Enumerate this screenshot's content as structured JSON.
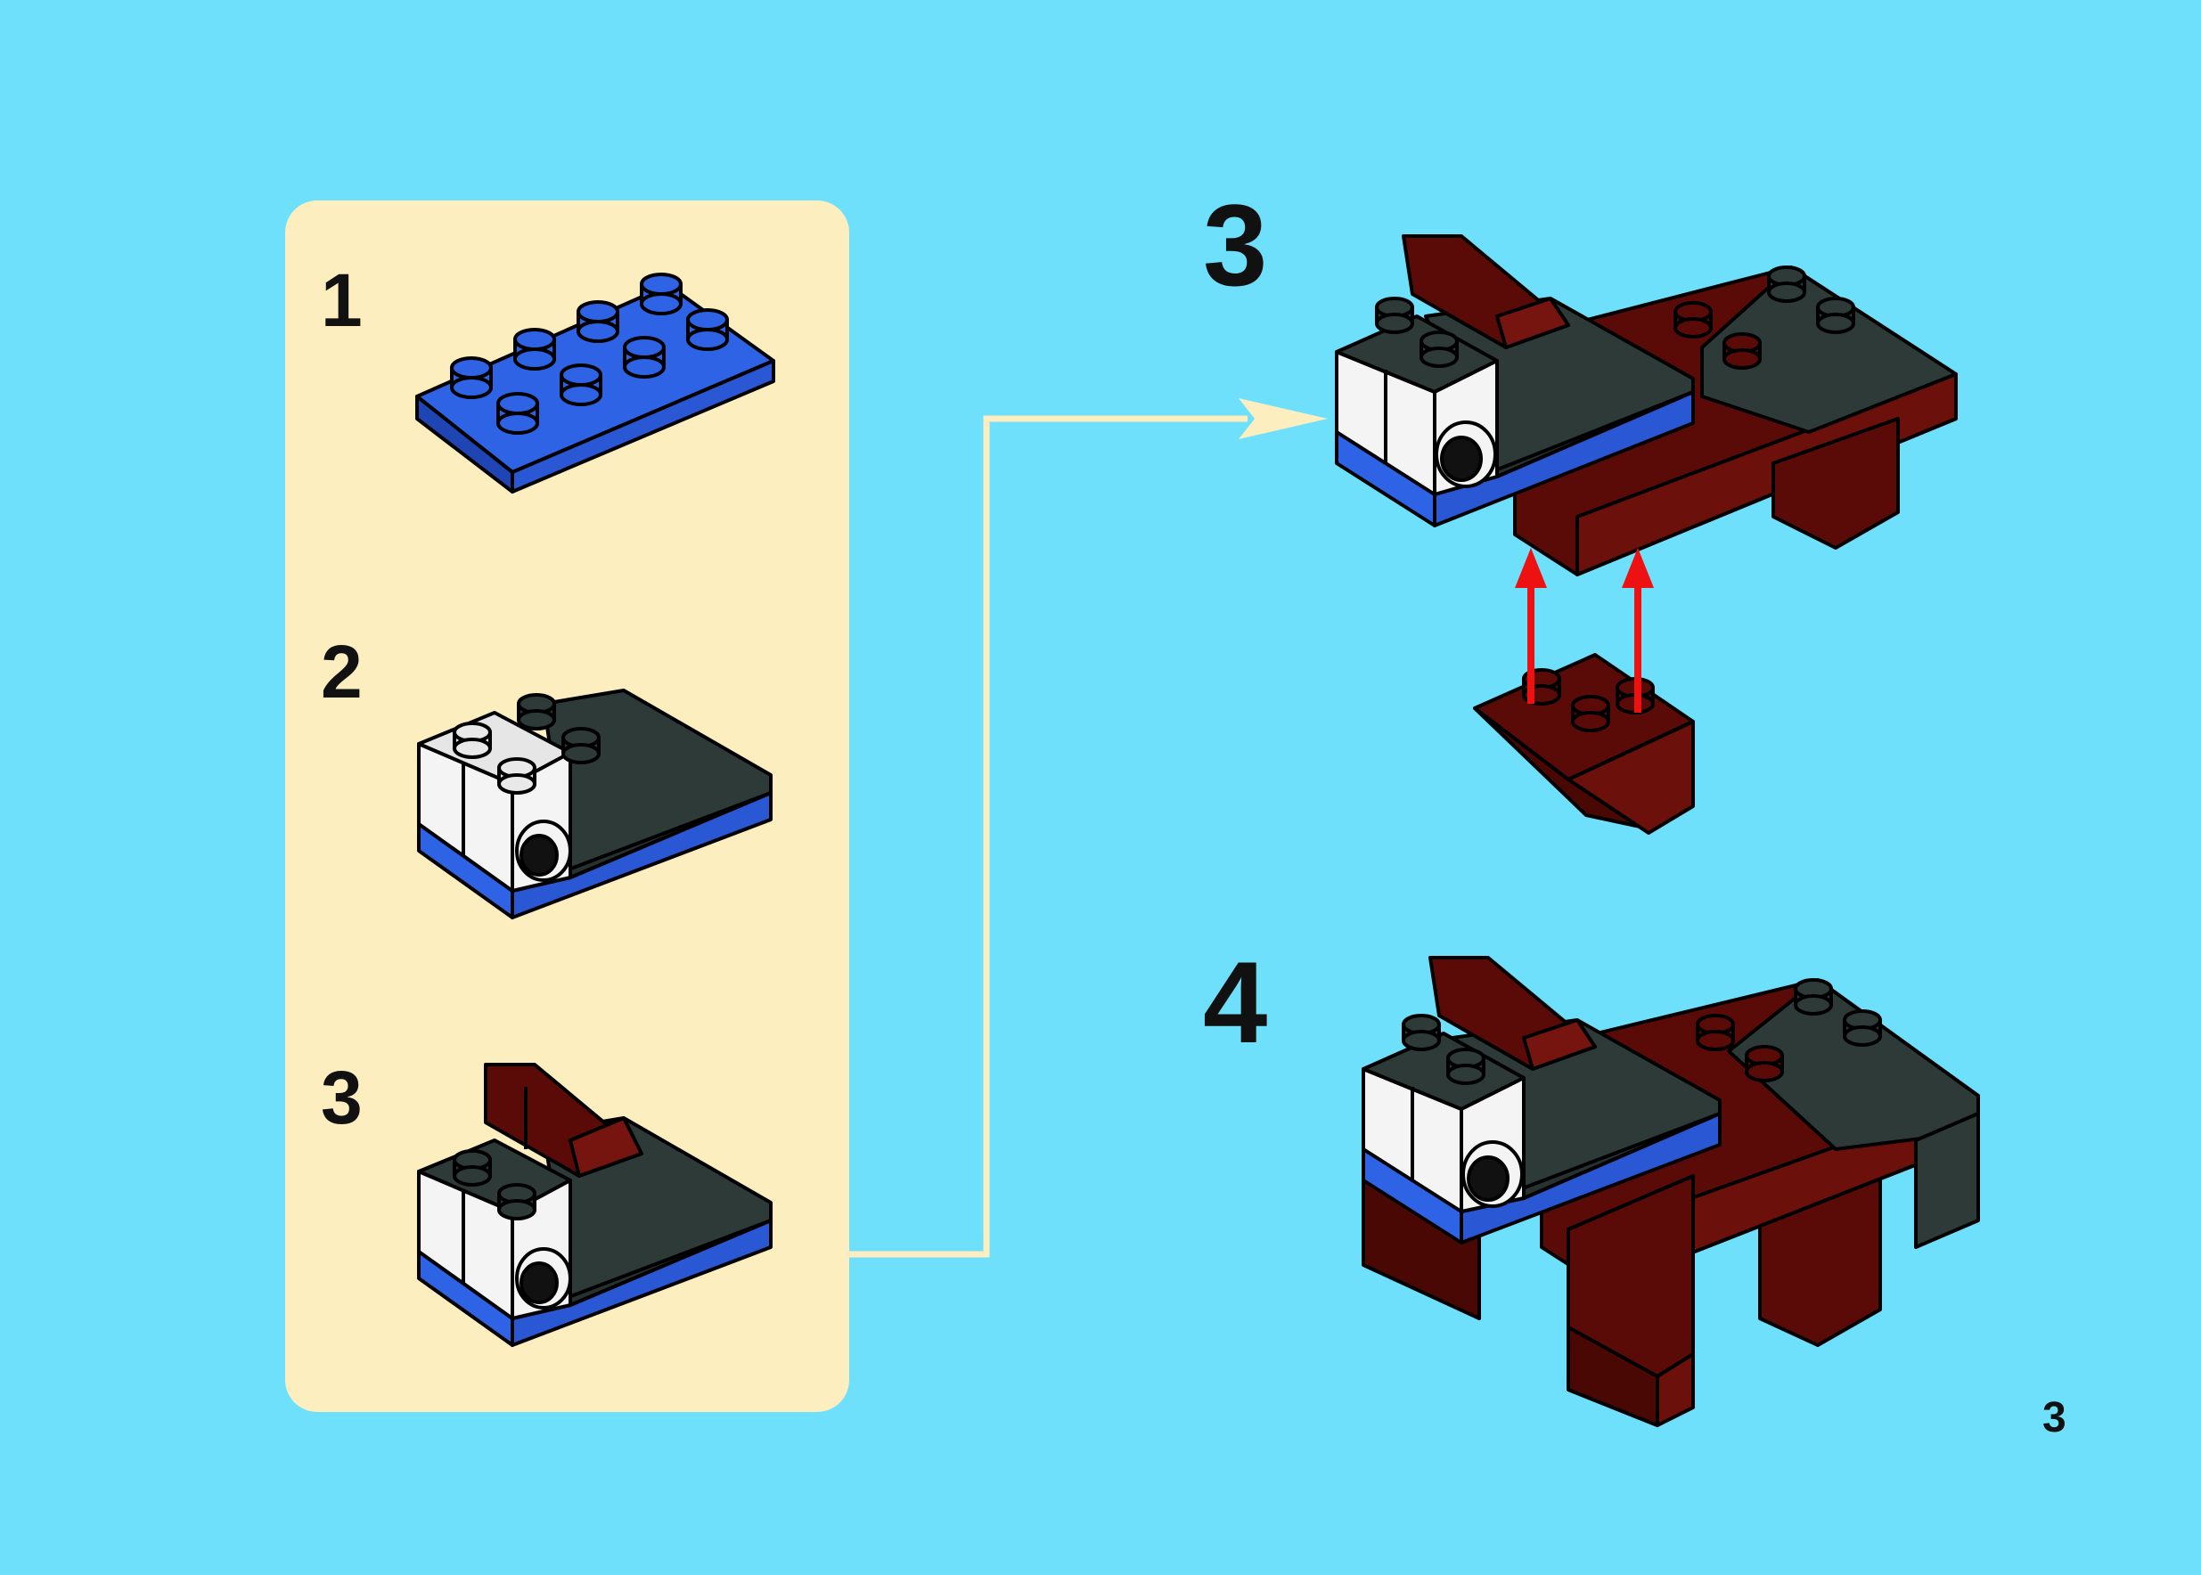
{
  "colors": {
    "background": "#6fe0fb",
    "subassembly_panel": "#fdeec0",
    "blue_brick": "#2f63e6",
    "dark_gray_brick": "#2d3a38",
    "dark_red_brick": "#5a0b07",
    "white_brick": "#f4f4f4",
    "guide_line": "#fdeec0",
    "arrow": "#ee1111"
  },
  "subassembly": {
    "steps": [
      {
        "number": "1"
      },
      {
        "number": "2"
      },
      {
        "number": "3"
      }
    ]
  },
  "main_steps": [
    {
      "number": "3"
    },
    {
      "number": "4"
    }
  ],
  "page_number": "3"
}
